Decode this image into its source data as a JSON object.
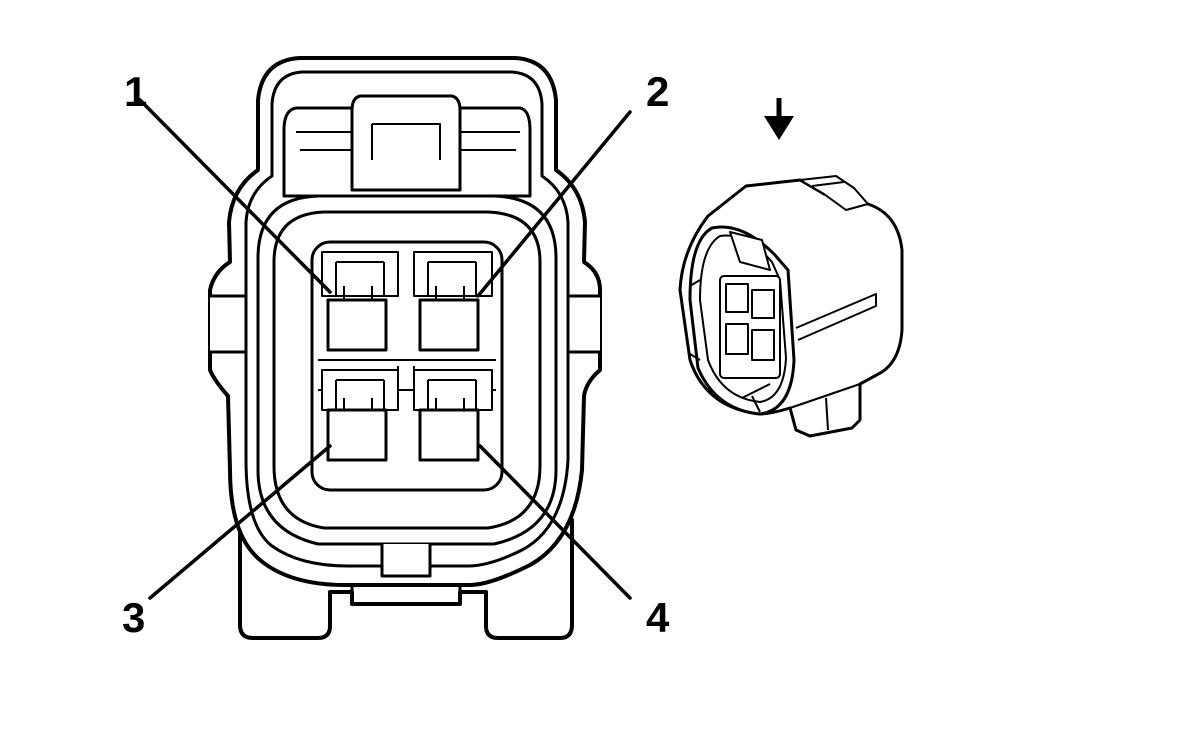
{
  "diagram": {
    "pins": [
      {
        "label": "1"
      },
      {
        "label": "2"
      },
      {
        "label": "3"
      },
      {
        "label": "4"
      }
    ],
    "view_arrow_icon": "arrow-down-icon",
    "line_color": "#000000",
    "background_color": "#ffffff"
  }
}
